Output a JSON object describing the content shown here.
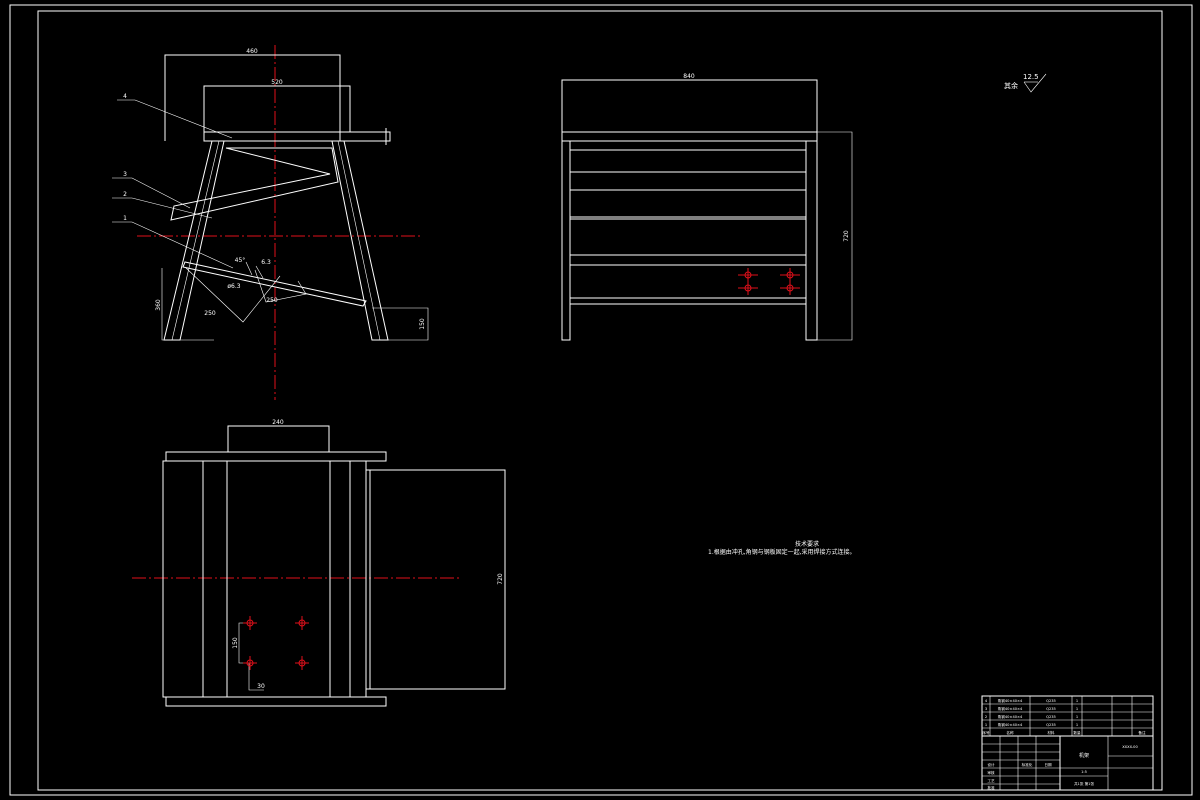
{
  "colors": {
    "background": "#000000",
    "lines": "#ffffff",
    "centerlines": "#e0101a"
  },
  "front_view": {
    "dimensions": {
      "top_width": "460",
      "inner_width": "520",
      "left_height": "360",
      "right_height": "150",
      "bottom_len": "250",
      "mid_len": "250",
      "angle": "45°",
      "offset": "6.3",
      "small_label": "ø6.3"
    },
    "part_labels": [
      "4",
      "3",
      "2",
      "1"
    ]
  },
  "side_view": {
    "dimensions": {
      "width": "840",
      "height": "720"
    }
  },
  "top_view": {
    "dimensions": {
      "top_width": "240",
      "height": "720",
      "hole_spacing": "150",
      "hole_offset": "30"
    }
  },
  "roughness": {
    "label": "其余",
    "value": "12.5"
  },
  "technical_requirements": {
    "title": "技术要求",
    "item": "1.根据由冲孔,角钢与钢板固定一起,采用焊接方式连接。"
  },
  "title_block": {
    "parts": [
      {
        "no": "4",
        "name": "角钢40×40×4",
        "qty": "1",
        "material": "Q235",
        "weight": ""
      },
      {
        "no": "3",
        "name": "角钢40×40×4",
        "qty": "1",
        "material": "Q235",
        "weight": ""
      },
      {
        "no": "2",
        "name": "角钢40×40×4",
        "qty": "1",
        "material": "Q235",
        "weight": ""
      },
      {
        "no": "1",
        "name": "角钢40×40×4",
        "qty": "1",
        "material": "Q235",
        "weight": ""
      }
    ],
    "header": {
      "no": "序号",
      "name": "名称",
      "qty": "数量",
      "material": "材料",
      "note": "备注"
    },
    "drawing_name": "机架",
    "drawing_code": "XXXX-00",
    "scale": "1:5",
    "sheet": "共1张 第1张",
    "labels": {
      "design": "设计",
      "check": "审核",
      "process": "工艺",
      "approve": "批准",
      "date": "日期",
      "standard": "标准化"
    }
  }
}
